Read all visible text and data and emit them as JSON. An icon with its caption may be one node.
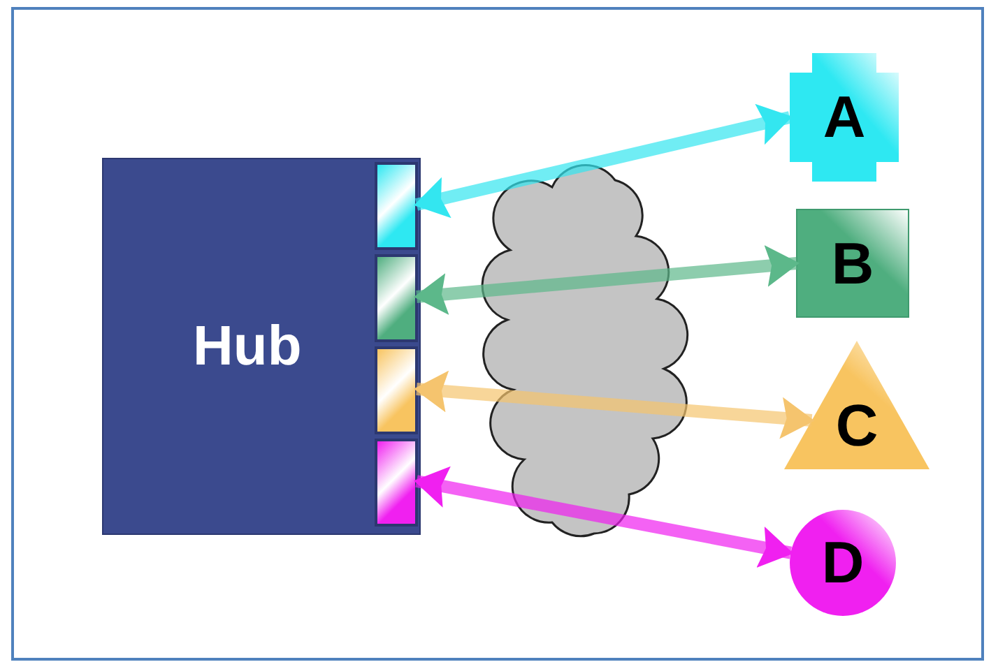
{
  "diagram": {
    "nodes": [
      {
        "text": [
          "Hub"
        ]
      },
      {
        "text": [],
        "shape": "box",
        "in": 0
      },
      {
        "text": [],
        "shape": "box",
        "in": 0
      },
      {
        "text": [],
        "shape": "box",
        "in": 0
      },
      {
        "text": [],
        "shape": "box",
        "in": 0
      },
      {
        "text": [
          "A"
        ]
      },
      {
        "text": [
          "B"
        ]
      },
      {
        "text": [
          "C"
        ]
      },
      {
        "text": [
          "D"
        ]
      }
    ],
    "edges": [
      {
        "from": 1,
        "to": 5,
        "arrow": "both",
        "color": "#33e6f0"
      },
      {
        "from": 2,
        "to": 6,
        "arrow": "both",
        "color": "#5cb88a"
      },
      {
        "from": 3,
        "to": 7,
        "arrow": "both",
        "color": "#f5c46e"
      },
      {
        "from": 4,
        "to": 8,
        "arrow": "both",
        "color": "#f020f0"
      }
    ]
  }
}
